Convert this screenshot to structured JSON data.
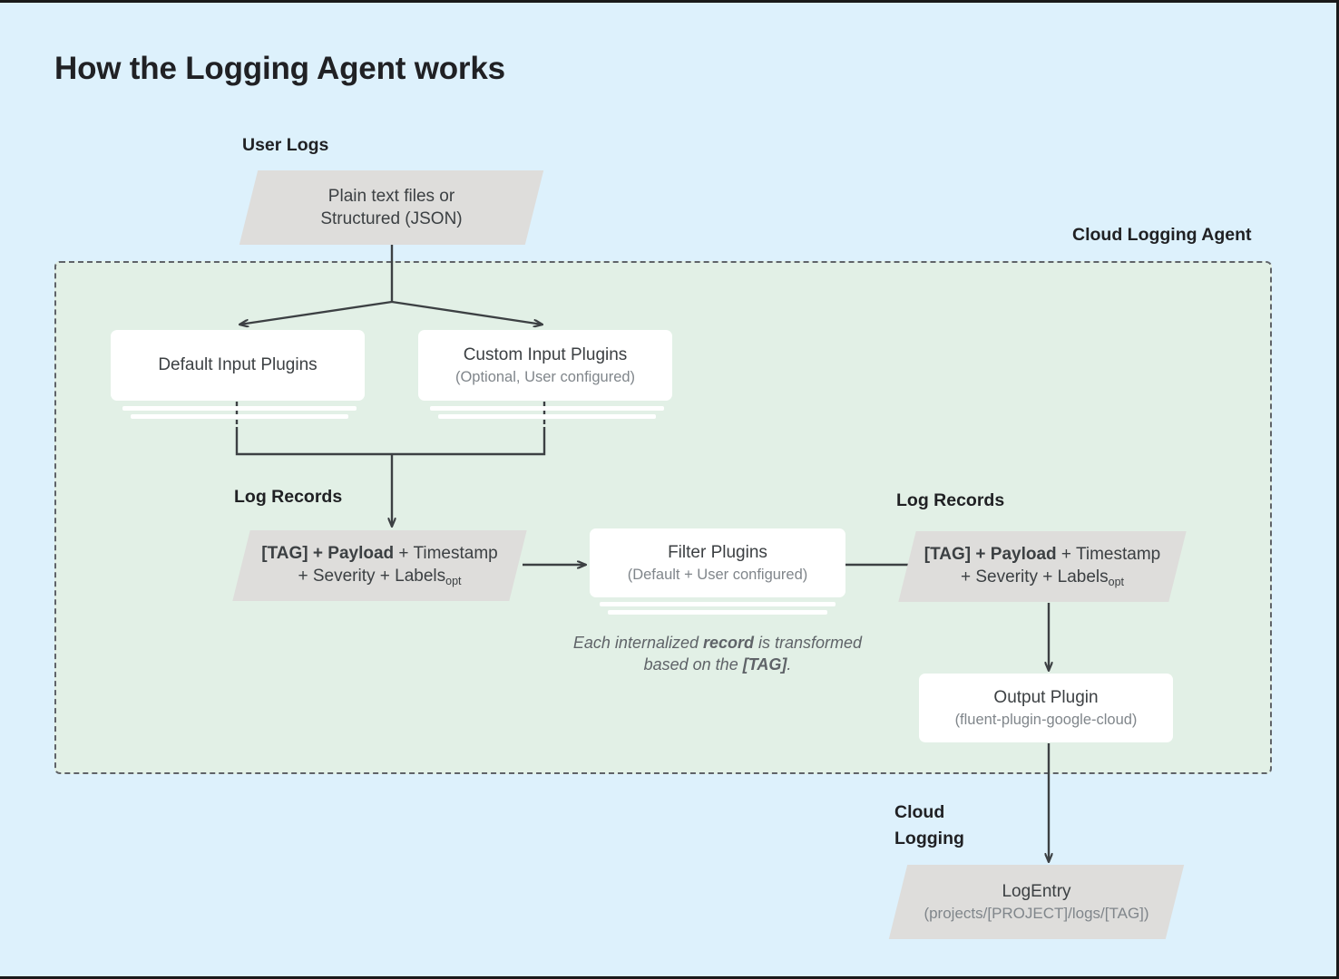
{
  "page": {
    "title": "How the Logging Agent works",
    "background_color": "#ddf1fc",
    "panel_color": "#e2f0e6",
    "shape_gray": "#dedddb",
    "line_color": "#3c4043"
  },
  "labels": {
    "user_logs": "User Logs",
    "cloud_logging_agent": "Cloud Logging Agent",
    "log_records_left": "Log Records",
    "log_records_right": "Log Records",
    "cloud_logging": "Cloud\nLogging"
  },
  "nodes": {
    "user_logs_source": {
      "line1": "Plain text files or",
      "line2": "Structured (JSON)"
    },
    "default_input_plugins": {
      "title": "Default Input Plugins",
      "subtitle": ""
    },
    "custom_input_plugins": {
      "title": "Custom Input Plugins",
      "subtitle": "(Optional, User configured)"
    },
    "log_record_left": {
      "bold_part": "[TAG] + Payload",
      "rest_line1": " + Timestamp",
      "line2": "+ Severity + Labels",
      "subscript": "opt"
    },
    "filter_plugins": {
      "title": "Filter Plugins",
      "subtitle": "(Default + User configured)"
    },
    "log_record_right": {
      "bold_part": "[TAG] + Payload",
      "rest_line1": " + Timestamp",
      "line2": "+ Severity + Labels",
      "subscript": "opt"
    },
    "output_plugin": {
      "title": "Output Plugin",
      "subtitle": "(fluent-plugin-google-cloud)"
    },
    "log_entry": {
      "title": "LogEntry",
      "subtitle": "(projects/[PROJECT]/logs/[TAG])"
    }
  },
  "annotations": {
    "transform_note_a": "Each internalized ",
    "transform_note_b": "record",
    "transform_note_c": " is transformed based on the ",
    "transform_note_d": "[TAG]",
    "transform_note_e": "."
  }
}
